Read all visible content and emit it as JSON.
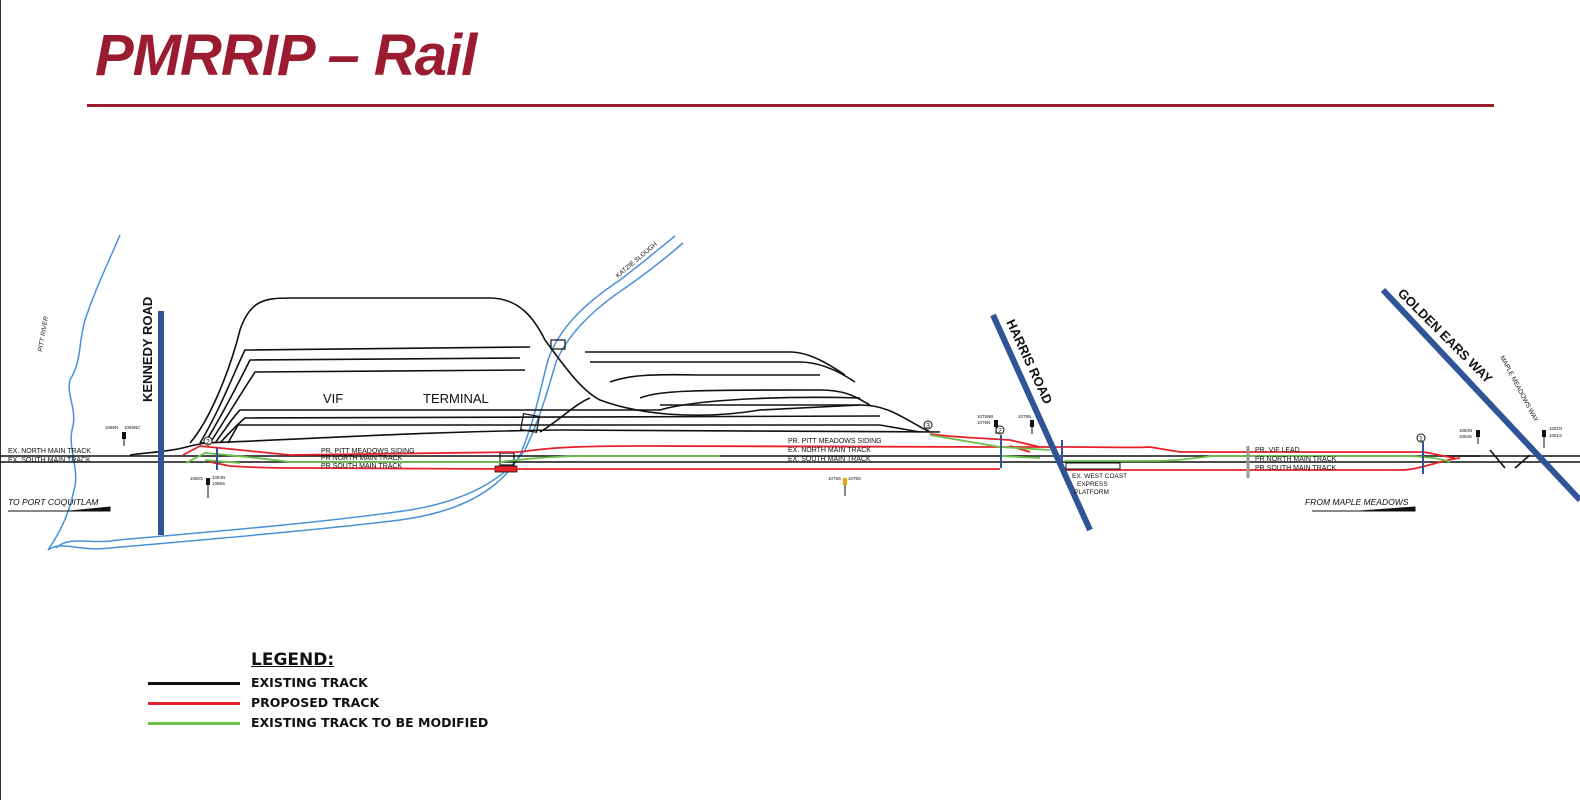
{
  "slide": {
    "title": "PMRRIP – Rail"
  },
  "colors": {
    "title": "#9b1b30",
    "existing": "#111111",
    "proposed": "#e8202a",
    "modified": "#6cc04a",
    "road": "#2f5597",
    "water": "#4a90d9"
  },
  "roads": {
    "kennedy": "KENNEDY ROAD",
    "harris": "HARRIS ROAD",
    "golden_ears": "GOLDEN EARS WAY",
    "maple_meadows_way": "MAPLE MEADOWS WAY"
  },
  "water": {
    "pitt_river": "PITT RIVER",
    "katzie_slough": "KATZIE SLOUGH"
  },
  "yard": {
    "vif": "VIF",
    "terminal": "TERMINAL"
  },
  "track_labels": {
    "ex_north_left": "EX. NORTH MAIN TRACK",
    "ex_south_left": "EX. SOUTH MAIN TRACK",
    "pr_siding_left": "PR. PITT MEADOWS SIDING",
    "pr_north_left": "PR NORTH MAIN TRACK",
    "pr_south_left": "PR SOUTH MAIN TRACK",
    "pr_siding_mid": "PR. PITT MEADOWS SIDING",
    "ex_north_mid": "EX. NORTH MAIN TRACK",
    "ex_south_mid": "EX. SOUTH MAIN TRACK",
    "pr_vif_lead": "PR. VIF LEAD",
    "pr_north_right": "PR NORTH MAIN TRACK",
    "pr_south_right": "PR SOUTH MAIN TRACK"
  },
  "platform": [
    "EX. WEST COAST",
    "EXPRESS",
    "PLATFORM"
  ],
  "directions": {
    "to_port_coquitlam": "TO PORT COQUITLAM",
    "from_maple_meadows": "FROM MAPLE MEADOWS"
  },
  "circle_markers": [
    "2",
    "3",
    "2",
    "1"
  ],
  "signals": {
    "s1": "1066N",
    "s2": "1065NC",
    "s3": "1060S",
    "s4": "1063N",
    "s5": "1065S",
    "s6": "1075NB",
    "s7": "1076N",
    "s8": "1078N",
    "s9": "1075S",
    "s10": "1078S",
    "s11": "1084N",
    "s12": "1084S",
    "s13": "1081N",
    "s14": "1081S"
  },
  "legend": {
    "title": "LEGEND:",
    "items": [
      {
        "label": "EXISTING TRACK",
        "color": "#111111"
      },
      {
        "label": "PROPOSED TRACK",
        "color": "#e8202a"
      },
      {
        "label": "EXISTING TRACK TO BE MODIFIED",
        "color": "#6cc04a"
      }
    ]
  }
}
